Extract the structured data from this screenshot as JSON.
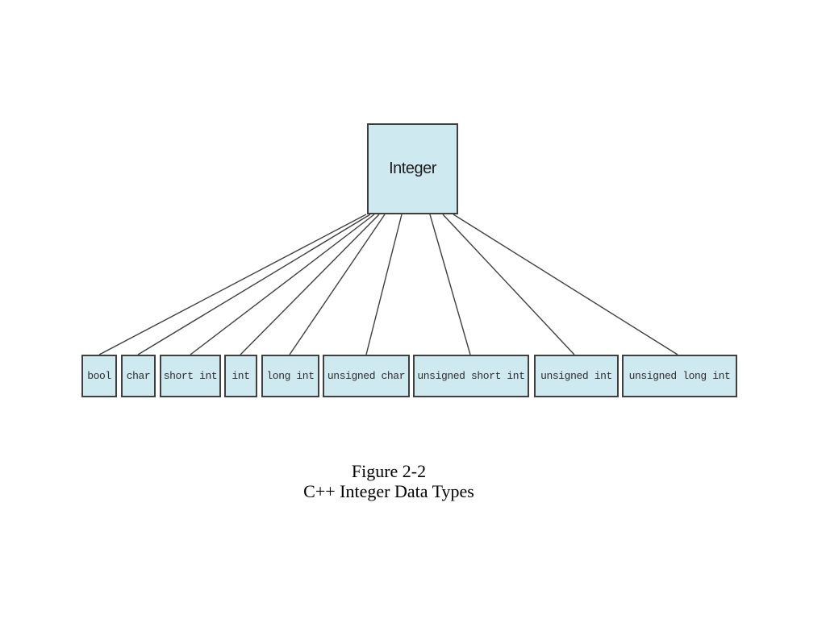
{
  "figure": {
    "caption_line1": "Figure 2-2",
    "caption_line2": "C++ Integer Data Types"
  },
  "diagram": {
    "type": "tree",
    "root": {
      "label": "Integer"
    },
    "children": [
      {
        "label": "bool"
      },
      {
        "label": "char"
      },
      {
        "label": "short int"
      },
      {
        "label": "int"
      },
      {
        "label": "long int"
      },
      {
        "label": "unsigned char"
      },
      {
        "label": "unsigned short int"
      },
      {
        "label": "unsigned int"
      },
      {
        "label": "unsigned long int"
      }
    ]
  },
  "colors": {
    "box_fill": "#cfe9f1",
    "box_border": "#3f3f3f",
    "connector": "#3f3f3f",
    "label_text": "#2e2e2e",
    "caption_text": "#000000",
    "background": "#ffffff"
  }
}
